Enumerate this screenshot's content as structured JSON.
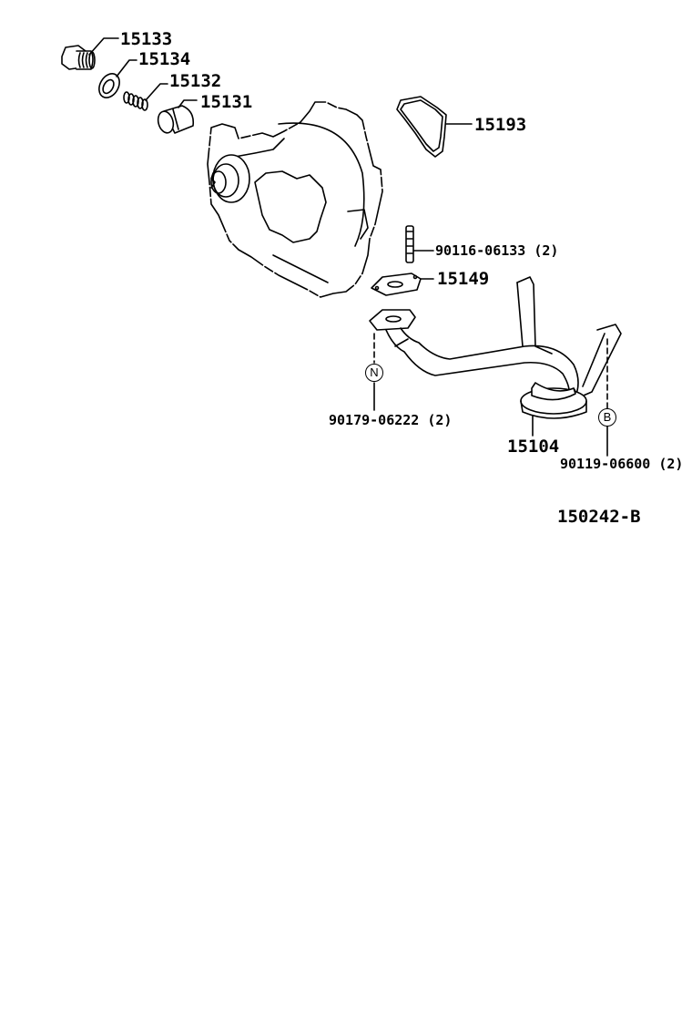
{
  "diagram": {
    "type": "exploded-parts-diagram",
    "illustration_code": "150242-B",
    "parts": [
      {
        "id": "p15133",
        "number": "15133",
        "description": "plug"
      },
      {
        "id": "p15134",
        "number": "15134",
        "description": "gasket ring"
      },
      {
        "id": "p15132",
        "number": "15132",
        "description": "spring"
      },
      {
        "id": "p15131",
        "number": "15131",
        "description": "valve piston"
      },
      {
        "id": "p15193",
        "number": "15193",
        "description": "O-ring / seal"
      },
      {
        "id": "p90116",
        "number": "90116-06133 (2)",
        "description": "stud bolt"
      },
      {
        "id": "p15149",
        "number": "15149",
        "description": "gasket"
      },
      {
        "id": "p15104",
        "number": "15104",
        "description": "oil strainer"
      },
      {
        "id": "p90179",
        "number": "90179-06222 (2)",
        "description": "nut",
        "symbol": "N"
      },
      {
        "id": "p90119",
        "number": "90119-06600 (2)",
        "description": "bolt",
        "symbol": "B"
      }
    ],
    "colors": {
      "line": "#000000",
      "background": "#ffffff"
    }
  }
}
